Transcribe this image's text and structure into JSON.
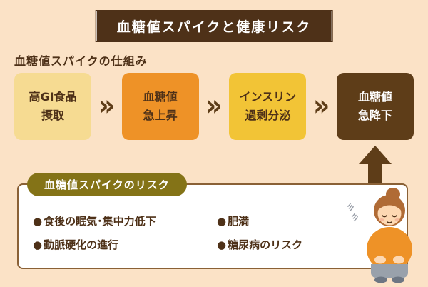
{
  "header": {
    "title": "血糖値スパイクと健康リスク"
  },
  "flow": {
    "heading": "血糖値スパイクの仕組み",
    "chevron": "»",
    "steps": [
      {
        "text": "高GI食品\n摂取"
      },
      {
        "text": "血糖値\n急上昇"
      },
      {
        "text": "インスリン\n過剰分泌"
      },
      {
        "text": "血糖値\n急降下"
      }
    ]
  },
  "risks": {
    "badge": "血糖値スパイクのリスク",
    "bullet": "●",
    "columns": [
      {
        "items": [
          "食後の眠気･集中力低下",
          "動脈硬化の進行"
        ]
      },
      {
        "items": [
          "肥満",
          "糖尿病のリスク"
        ]
      }
    ],
    "dizzy_mark": "彡"
  },
  "colors": {
    "background": "#fbe2c6",
    "dark_brown": "#4e3118",
    "box_cream": "#f6db92",
    "box_orange": "#ee9227",
    "box_yellow": "#f2c436",
    "box_dark": "#5e3d18",
    "panel_border": "#8a6136",
    "badge_bg": "#847317",
    "shirt_orange": "#ee9227",
    "hair_brown": "#b06b35",
    "skin": "#fdd8b2",
    "skirt_gray": "#99a1ab"
  }
}
